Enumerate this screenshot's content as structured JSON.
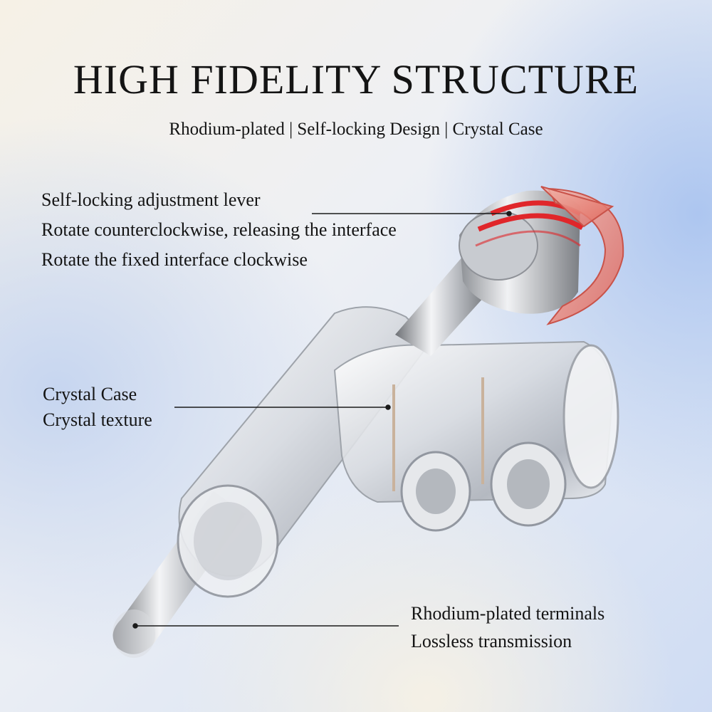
{
  "header": {
    "title": "HIGH FIDELITY STRUCTURE",
    "subtitle": "Rhodium-plated | Self-locking Design | Crystal Case"
  },
  "callouts": {
    "lever": {
      "lines": [
        "Self-locking adjustment lever",
        "Rotate counterclockwise, releasing the interface",
        "Rotate the fixed interface clockwise"
      ]
    },
    "case": {
      "lines": [
        "Crystal Case",
        "Crystal texture"
      ]
    },
    "terminal": {
      "lines": [
        "Rhodium-plated terminals",
        "Lossless transmission"
      ]
    }
  },
  "colors": {
    "accent_red": "#e0262a",
    "silver": "#c8cbd0",
    "line": "#1a1a1a"
  },
  "icons": {
    "rotation_arrow": "rotate-arrow-icon"
  }
}
